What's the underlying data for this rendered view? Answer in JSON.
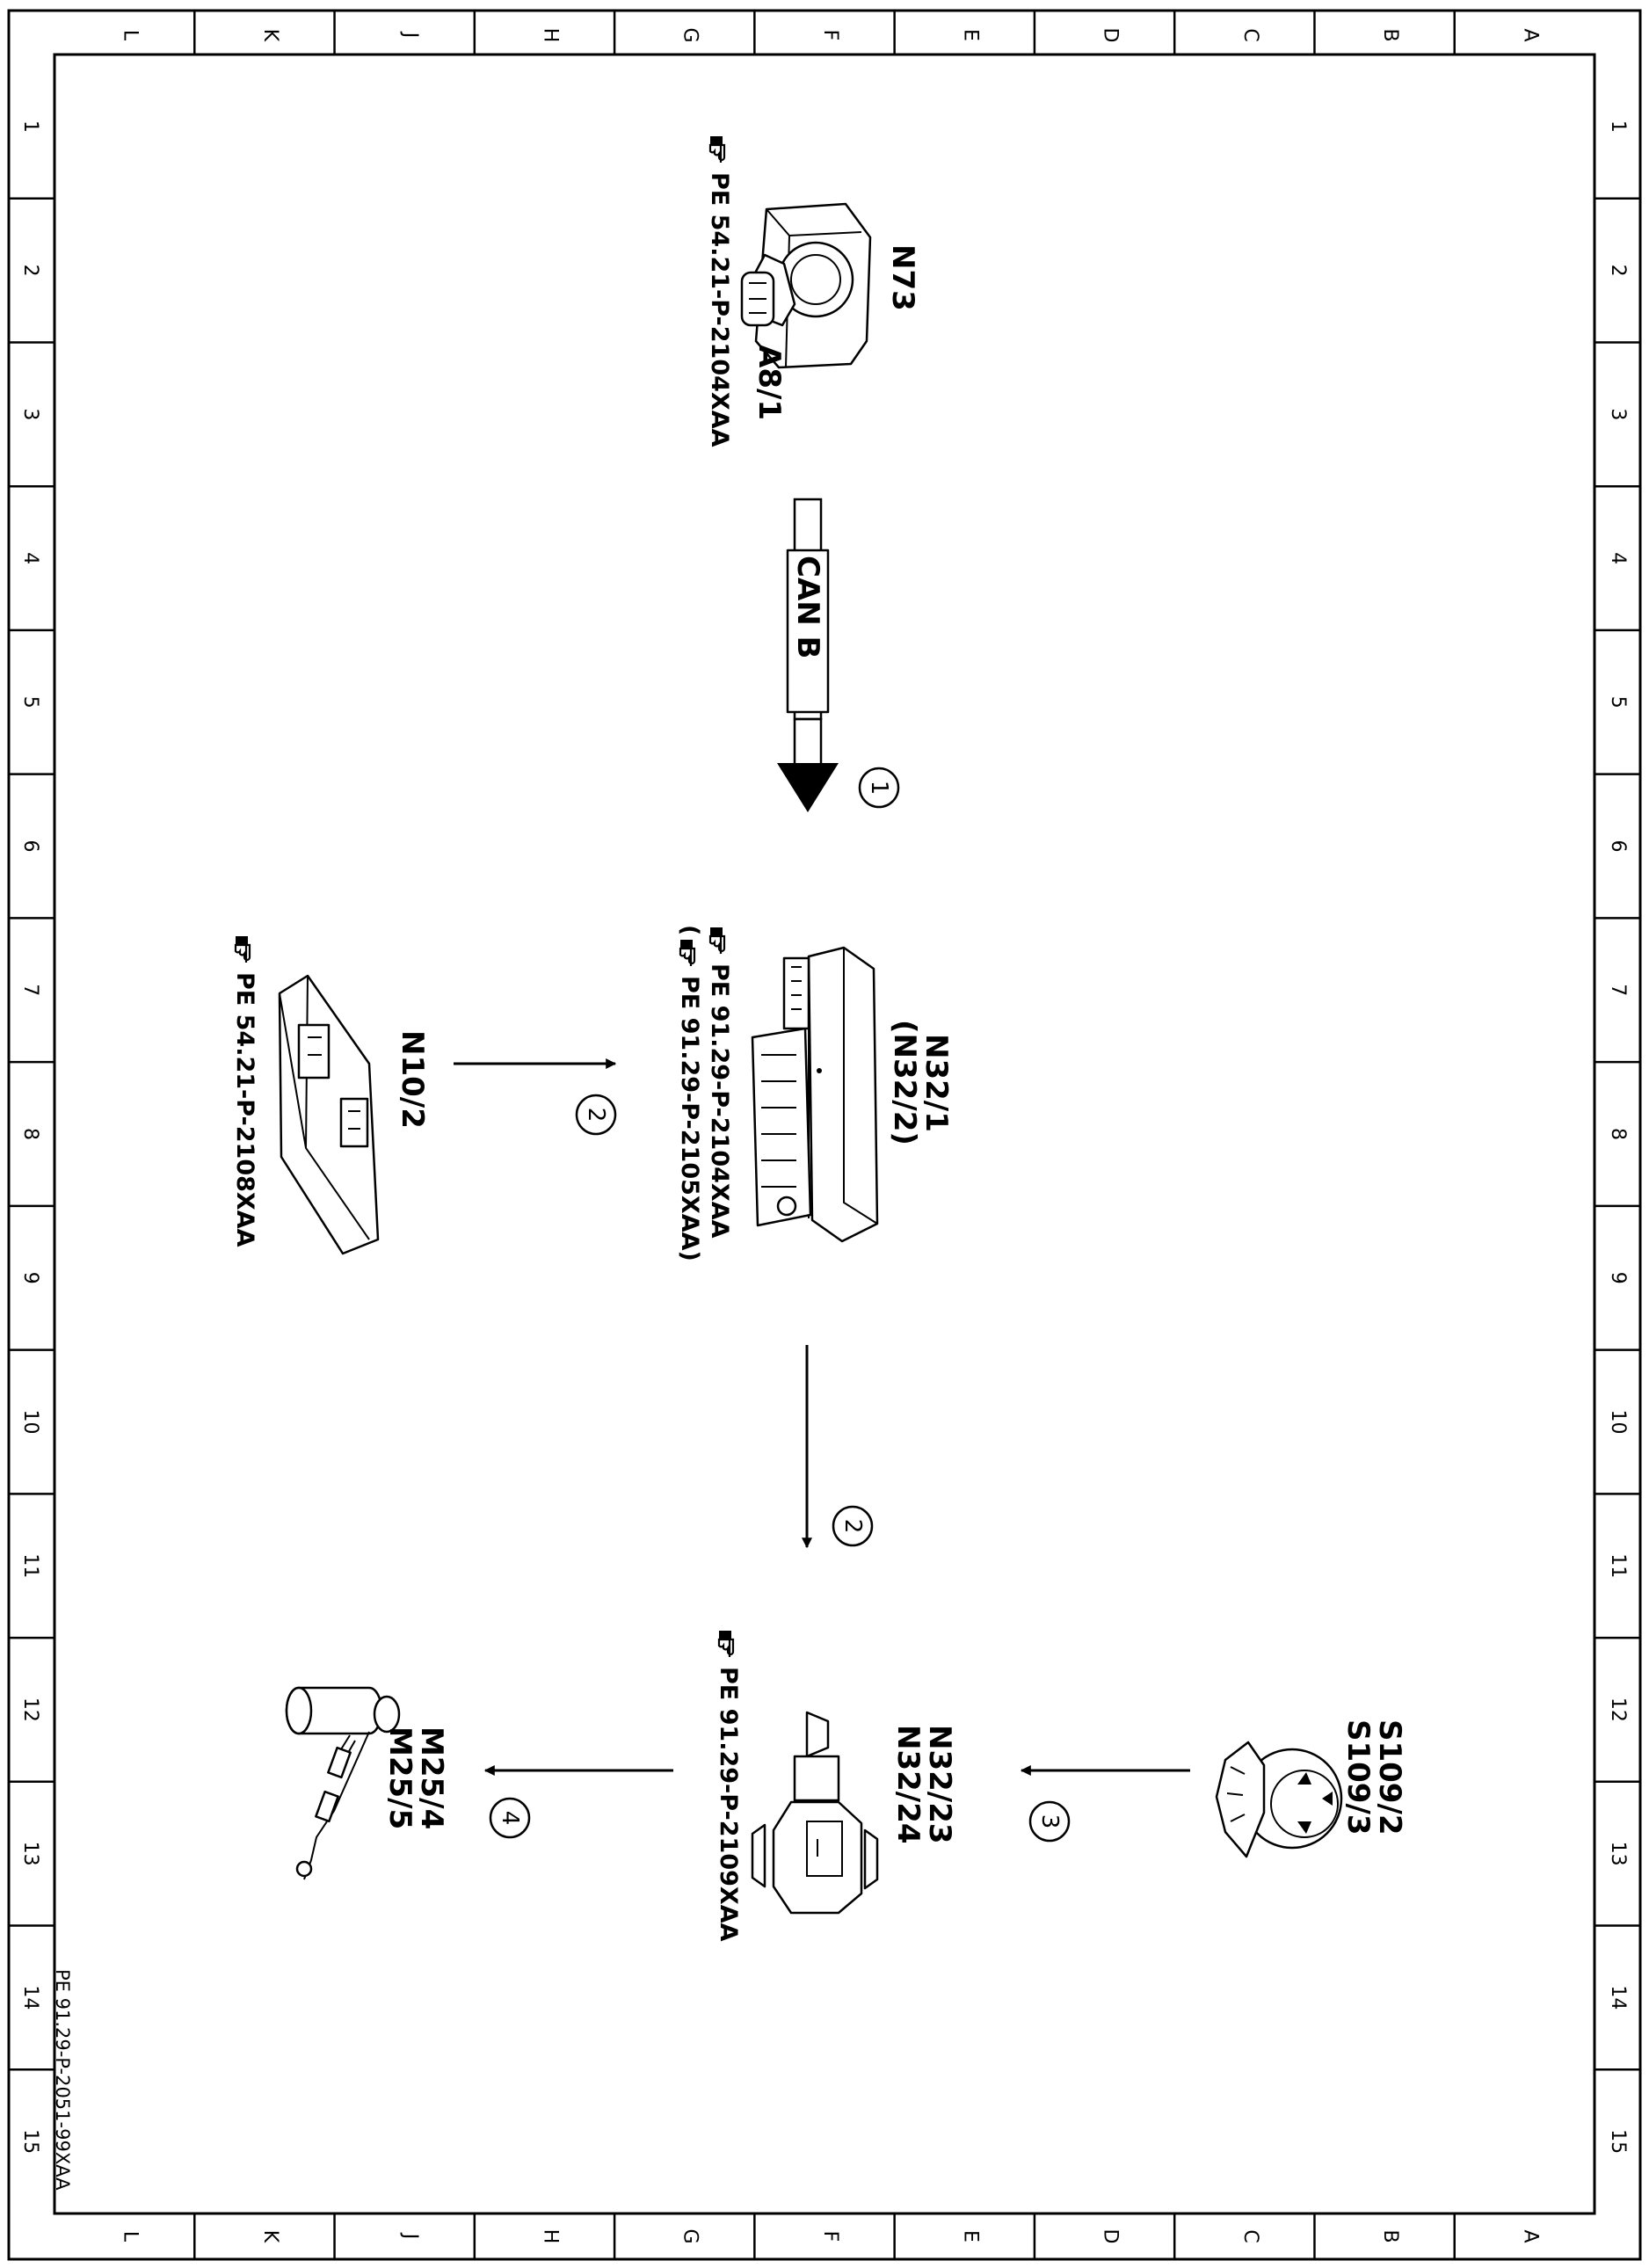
{
  "grid": {
    "letters": [
      "L",
      "K",
      "J",
      "H",
      "G",
      "F",
      "E",
      "D",
      "C",
      "B",
      "A"
    ],
    "numbers": [
      "1",
      "2",
      "3",
      "4",
      "5",
      "6",
      "7",
      "8",
      "9",
      "10",
      "11",
      "12",
      "13",
      "14",
      "15"
    ]
  },
  "document_id": "PE 91.29-P-2051-99XAA",
  "bus": {
    "label": "CAN B",
    "step": "1"
  },
  "components": {
    "n73": {
      "label": "N73",
      "sub_label": "A8/1",
      "reference": "PE  54.21-P-2104XAA"
    },
    "n32": {
      "label": "N32/1",
      "sub_label": "(N32/2)",
      "reference": "PE  91.29-P-2104XAA",
      "reference_alt": "(",
      "reference_alt_text": "PE  91.29-P-2105XAA)"
    },
    "n10": {
      "label": "N10/2",
      "reference": "PE  54.21-P-2108XAA"
    },
    "n3223": {
      "label": "N32/23",
      "sub_label": "N32/24",
      "reference": "PE  91.29-P-2109XAA"
    },
    "s109": {
      "label": "S109/2",
      "sub_label": "S109/3"
    },
    "m25": {
      "label": "M25/4",
      "sub_label": "M25/5"
    }
  },
  "steps": {
    "n10_to_n32": "2",
    "n32_to_n3223": "2",
    "s109_to_n3223": "3",
    "n3223_to_m25": "4"
  },
  "icons": [
    "hand-pointer-icon"
  ]
}
